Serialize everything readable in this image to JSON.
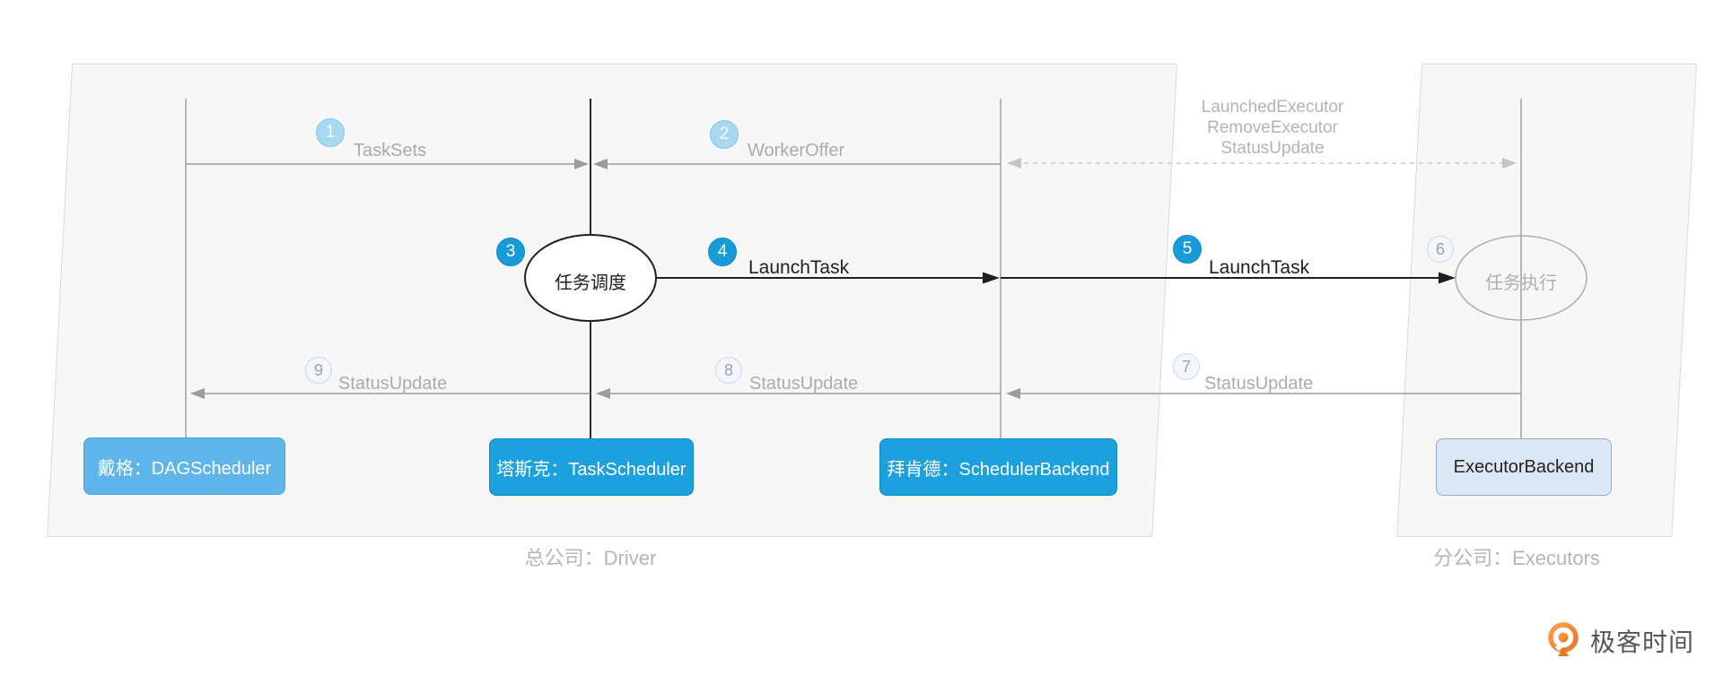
{
  "panels": {
    "driver": {
      "caption": "总公司：Driver"
    },
    "executors": {
      "caption": "分公司：Executors"
    }
  },
  "actors": {
    "dagscheduler": {
      "label": "戴格：DAGScheduler"
    },
    "taskscheduler": {
      "label": "塔斯克：TaskScheduler"
    },
    "schedulerbackend": {
      "label": "拜肯德：SchedulerBackend"
    },
    "executorbackend": {
      "label": "ExecutorBackend"
    }
  },
  "nodes": {
    "task_scheduling": {
      "label": "任务调度"
    },
    "task_execution": {
      "label": "任务执行"
    }
  },
  "messages": {
    "m1": {
      "num": "1",
      "label": "TaskSets"
    },
    "m2": {
      "num": "2",
      "label": "WorkerOffer"
    },
    "m3": {
      "num": "3"
    },
    "m4": {
      "num": "4",
      "label": "LaunchTask"
    },
    "m5": {
      "num": "5",
      "label": "LaunchTask"
    },
    "m6": {
      "num": "6"
    },
    "m7": {
      "num": "7",
      "label": "StatusUpdate"
    },
    "m8": {
      "num": "8",
      "label": "StatusUpdate"
    },
    "m9": {
      "num": "9",
      "label": "StatusUpdate"
    },
    "dashed": {
      "line1": "LaunchedExecutor",
      "line2": "RemoveExecutor",
      "line3": "StatusUpdate"
    }
  },
  "logo": {
    "text": "极客时间"
  },
  "colors": {
    "badge_active": "#189cd9",
    "badge_semi": "#a9d8f2",
    "badge_ghost_border": "#c9d9f0",
    "actor_blue": "#1ca0de",
    "actor_light_blue": "#5fb5e9",
    "actor_lavender": "#dce7f5",
    "gray_label": "#ababab",
    "black_label": "#1f1f1f",
    "panel_fill": "#f7f7f8",
    "logo_orange": "#ee8234"
  }
}
